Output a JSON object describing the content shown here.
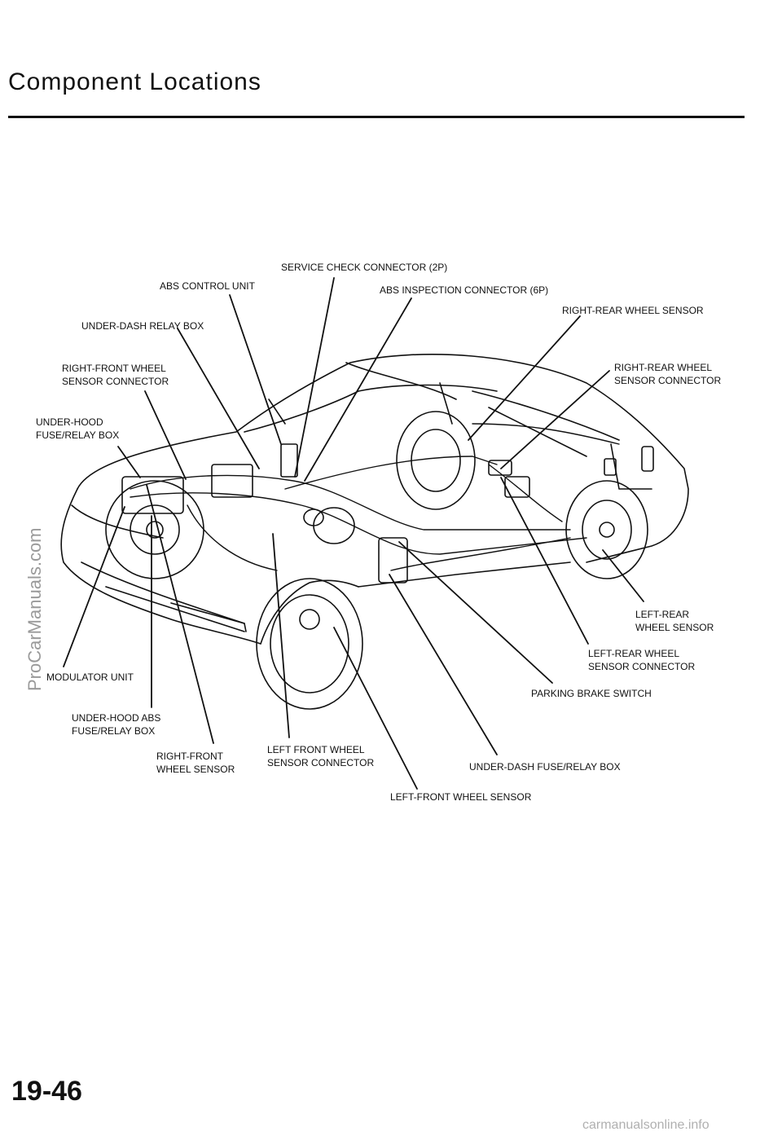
{
  "page": {
    "title": "Component Locations",
    "page_number": "19-46",
    "watermark": "ProCarManuals.com",
    "footer_url": "carmanualsonline.info"
  },
  "labels": {
    "service_check_connector": "SERVICE CHECK CONNECTOR (2P)",
    "abs_control_unit": "ABS CONTROL UNIT",
    "abs_inspection_connector": "ABS INSPECTION CONNECTOR (6P)",
    "right_rear_wheel_sensor": "RIGHT-REAR WHEEL SENSOR",
    "under_dash_relay_box": "UNDER-DASH RELAY BOX",
    "right_front_wheel_sensor_connector": [
      "RIGHT-FRONT WHEEL",
      "SENSOR  CONNECTOR"
    ],
    "right_rear_wheel_sensor_connector": [
      "RIGHT-REAR WHEEL",
      "SENSOR  CONNECTOR"
    ],
    "under_hood_fuse_relay_box": [
      "UNDER-HOOD",
      "FUSE/RELAY  BOX"
    ],
    "left_rear_wheel_sensor": [
      "LEFT-REAR",
      "WHEEL  SENSOR"
    ],
    "left_rear_wheel_sensor_connector": [
      "LEFT-REAR WHEEL",
      "SENSOR  CONNECTOR"
    ],
    "modulator_unit": "MODULATOR UNIT",
    "parking_brake_switch": "PARKING BRAKE SWITCH",
    "under_hood_abs_fuse_relay_box": [
      "UNDER-HOOD  ABS",
      "FUSE/RELAY BOX"
    ],
    "right_front_wheel_sensor": [
      "RIGHT-FRONT",
      "WHEEL SENSOR"
    ],
    "left_front_wheel_sensor_connector": [
      "LEFT FRONT WHEEL",
      "SENSOR  CONNECTOR"
    ],
    "under_dash_fuse_relay_box": "UNDER-DASH  FUSE/RELAY BOX",
    "left_front_wheel_sensor": "LEFT-FRONT WHEEL SENSOR"
  }
}
